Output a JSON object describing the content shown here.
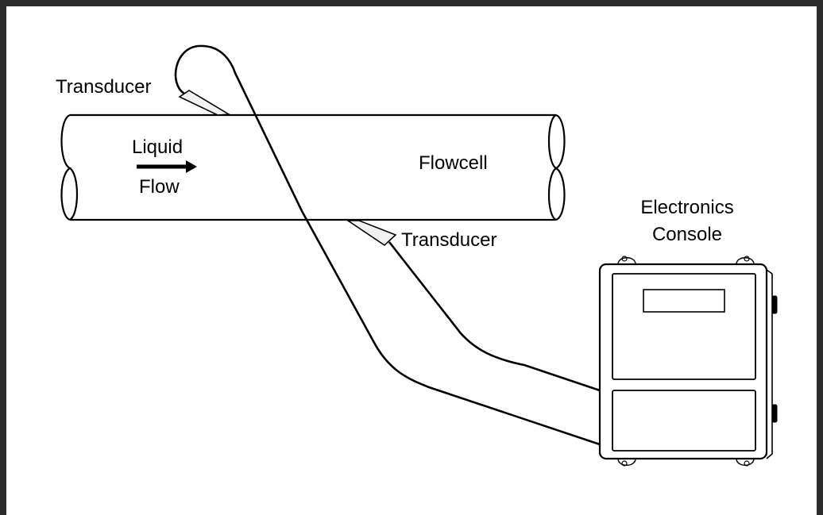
{
  "labels": {
    "transducer_top": "Transducer",
    "transducer_bottom": "Transducer",
    "liquid": "Liquid",
    "flow": "Flow",
    "flowcell": "Flowcell",
    "electronics_line1": "Electronics",
    "electronics_line2": "Console"
  },
  "colors": {
    "line": "#000000",
    "frame": "#2b2b2b",
    "background": "#ffffff",
    "transducer_fill": "#f2f2f2"
  }
}
